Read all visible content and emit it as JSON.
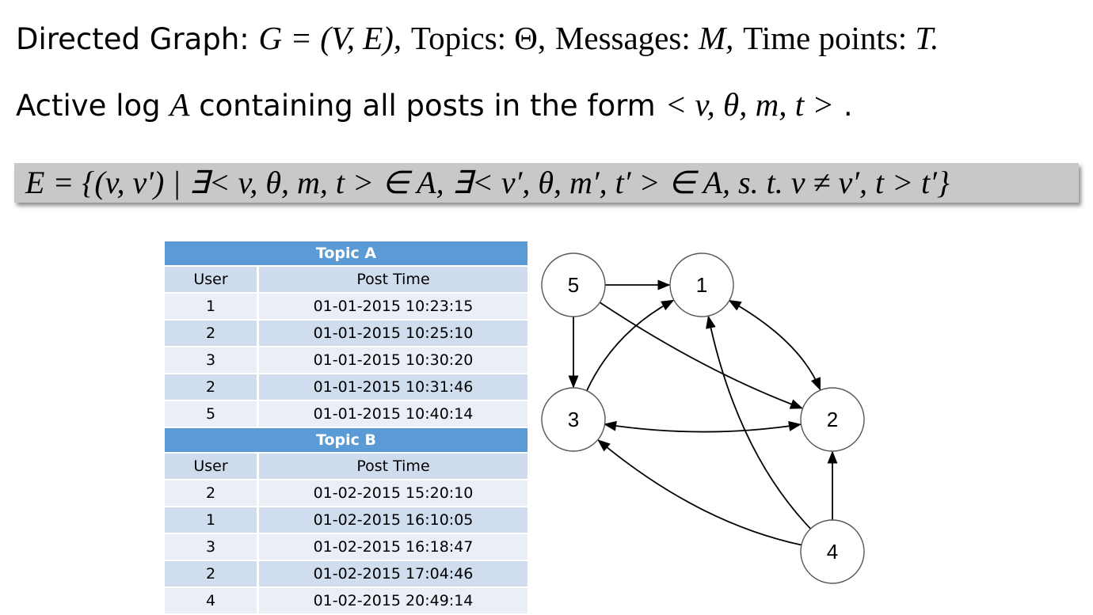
{
  "definitions": {
    "line1": {
      "graph_label": "Directed Graph: ",
      "graph_math": "G = (V, E),",
      "topics_label": " Topics: Θ,",
      "messages_label": " Messages: ",
      "messages_math": "M,",
      "time_label": " Time points: ",
      "time_math": "T."
    },
    "line2": {
      "prefix": "Active log ",
      "log_symbol": "A",
      "middle": " containing all posts in the form ",
      "tuple": "< v, θ, m, t >",
      "suffix": "."
    },
    "edge_formula": "E = {(v, v′) | ∃< v, θ, m, t > ∈ A, ∃< v′, θ, m′, t′ > ∈ A, s. t.  v ≠ v′, t > t′}"
  },
  "tables": [
    {
      "title": "Topic A",
      "columns": [
        "User",
        "Post Time"
      ],
      "rows": [
        [
          "1",
          "01-01-2015 10:23:15"
        ],
        [
          "2",
          "01-01-2015 10:25:10"
        ],
        [
          "3",
          "01-01-2015 10:30:20"
        ],
        [
          "2",
          "01-01-2015 10:31:46"
        ],
        [
          "5",
          "01-01-2015 10:40:14"
        ]
      ]
    },
    {
      "title": "Topic B",
      "columns": [
        "User",
        "Post Time"
      ],
      "rows": [
        [
          "2",
          "01-02-2015 15:20:10"
        ],
        [
          "1",
          "01-02-2015 16:10:05"
        ],
        [
          "3",
          "01-02-2015 16:18:47"
        ],
        [
          "2",
          "01-02-2015 17:04:46"
        ],
        [
          "4",
          "01-02-2015 20:49:14"
        ]
      ]
    }
  ],
  "graph": {
    "nodes": [
      "5",
      "1",
      "3",
      "2",
      "4"
    ],
    "edges": [
      {
        "from": "5",
        "to": "1"
      },
      {
        "from": "5",
        "to": "3"
      },
      {
        "from": "5",
        "to": "2"
      },
      {
        "from": "3",
        "to": "1"
      },
      {
        "from": "1",
        "to": "2",
        "bidirectional": true
      },
      {
        "from": "3",
        "to": "2",
        "bidirectional": true
      },
      {
        "from": "4",
        "to": "1"
      },
      {
        "from": "4",
        "to": "3"
      },
      {
        "from": "4",
        "to": "2"
      }
    ]
  }
}
